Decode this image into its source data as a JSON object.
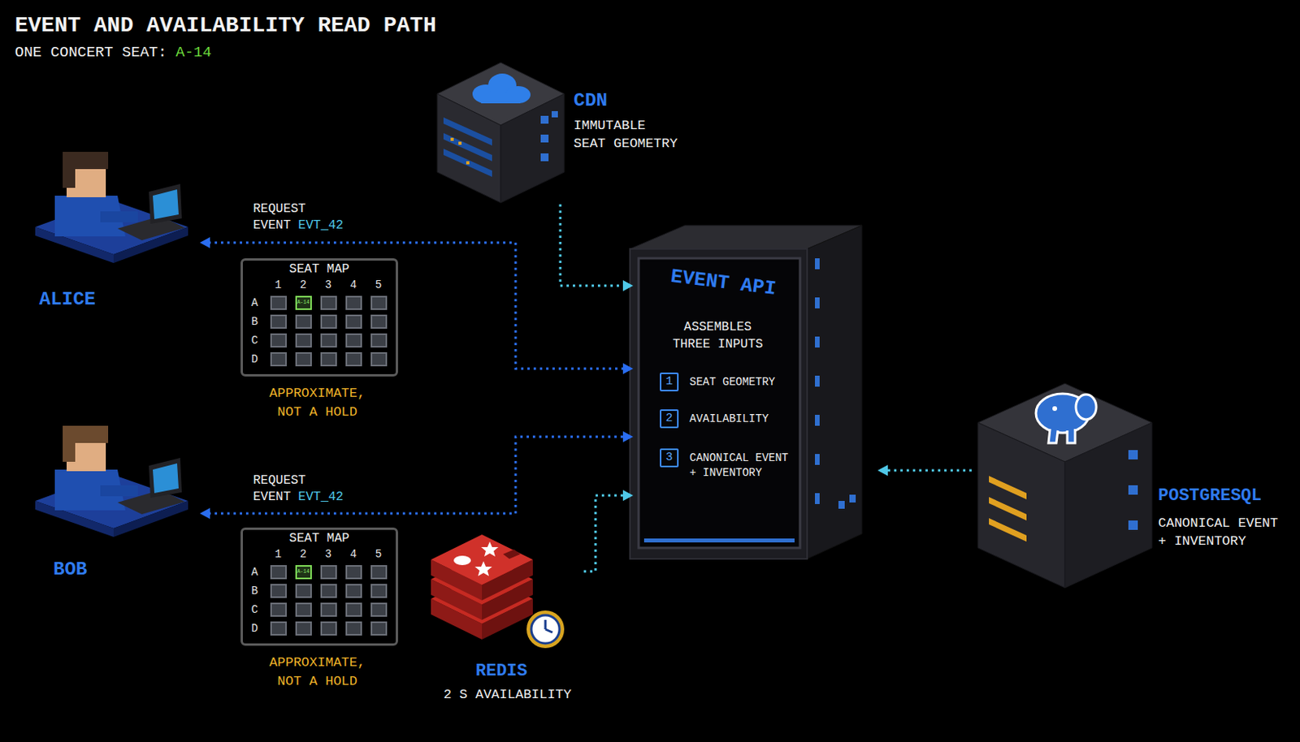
{
  "diagram": {
    "title": "EVENT AND AVAILABILITY READ PATH",
    "nodes": [
      {
        "text": [
          "ALICE"
        ]
      },
      {
        "text": [
          "SEAT MAP",
          "APPROXIMATE, NOT A HOLD"
        ]
      },
      {
        "text": [
          "BOB"
        ]
      },
      {
        "text": [
          "SEAT MAP",
          "APPROXIMATE, NOT A HOLD"
        ]
      },
      {
        "text": [
          "CDN",
          "IMMUTABLE SEAT GEOMETRY"
        ]
      },
      {
        "text": [
          "EVENT API",
          "ASSEMBLES THREE INPUTS"
        ]
      },
      {
        "text": [
          "1",
          "SEAT GEOMETRY"
        ],
        "in": 5
      },
      {
        "text": [
          "2",
          "AVAILABILITY"
        ],
        "in": 5
      },
      {
        "text": [
          "3",
          "CANONICAL EVENT + INVENTORY"
        ],
        "in": 5
      },
      {
        "text": [
          "REDIS",
          "2 S AVAILABILITY"
        ]
      },
      {
        "text": [
          "POSTGRESQL",
          "CANONICAL EVENT + INVENTORY"
        ]
      }
    ],
    "edges": [
      {
        "from": 4,
        "to": 5,
        "arrow": "to"
      },
      {
        "from": 0,
        "to": 5,
        "label": "REQUEST EVENT EVT_42",
        "arrow": "both"
      },
      {
        "from": 2,
        "to": 5,
        "label": "REQUEST EVENT EVT_42",
        "arrow": "both"
      },
      {
        "from": 9,
        "to": 5,
        "arrow": "to"
      },
      {
        "from": 10,
        "to": 5,
        "arrow": "to"
      }
    ],
    "labels": [
      "ONE CONCERT SEAT:",
      "A-14",
      "1",
      "2",
      "3",
      "4",
      "5",
      "A",
      "B",
      "C",
      "D",
      "A-14",
      "1",
      "2",
      "3",
      "4",
      "5",
      "A",
      "B",
      "C",
      "D",
      "A-14"
    ]
  }
}
